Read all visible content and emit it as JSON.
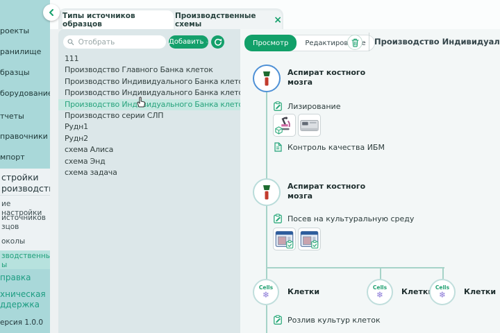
{
  "colors": {
    "accent_green": "#14a06b",
    "sidebar_teal": "#a9d8d9",
    "list_panel_bg": "#dce7e9",
    "selected_row_bg": "#c6e9e2",
    "selected_row_text": "#27a37c",
    "flow_line": "#a6d3c8",
    "node1_border_blue": "#4e90d6",
    "node2_border_teal": "#b9dcda",
    "tube_cap_green": "#1e6b30",
    "tube_body_red": "#c23b2d",
    "snowflake_purple": "#8d7bd8"
  },
  "sidebar": {
    "items": [
      "роекты",
      "ранилище",
      "бразцы",
      "борудование",
      "тчеты",
      "правочники",
      "мпорт"
    ],
    "settings_section": {
      "title": "стройки\nроизводства",
      "items": [
        "ие настройки",
        "источников\nзцов",
        "околы"
      ],
      "selected_item": "зводственные\nы"
    },
    "help": "правка",
    "support": "хническая\nддержка",
    "version": "ерсия 1.0.0"
  },
  "tabs": {
    "tab1": "Типы источников образцов",
    "tab2": "Производственные схемы",
    "close_glyph": "×"
  },
  "list_panel": {
    "search_placeholder": "Отобрать",
    "add_label": "Добавить",
    "items": [
      "111",
      "Производство Главного Банка клеток",
      "Производство Индивидуального Банка клеток",
      "Производство Индивидуального Банка клеток с КК",
      "Производство Индивидуального Банка клеток с КК...",
      "Производство серии СЛП",
      "Рудн1",
      "Рудн2",
      "схема Алиса",
      "схема Энд",
      "схема задача"
    ],
    "selected_index": 4
  },
  "detail": {
    "view_label": "Просмотр",
    "edit_label": "Редактирование",
    "title": "Производство Индивидуального Банка кле",
    "flow": {
      "source1_label": "Аспират костного\nмозга",
      "step_lysing": "Лизирование",
      "step_qc": "Контроль качества ИБМ",
      "source2_label": "Аспират костного\nмозга",
      "step_seeding": "Посев на культуральную среду",
      "cells_badge": "Cells",
      "snowflake": "❄",
      "cell1_label": "Клетки",
      "cell2_label": "Клетки",
      "cell3_label": "Клетки",
      "step_filling": "Розлив культур клеток"
    }
  }
}
